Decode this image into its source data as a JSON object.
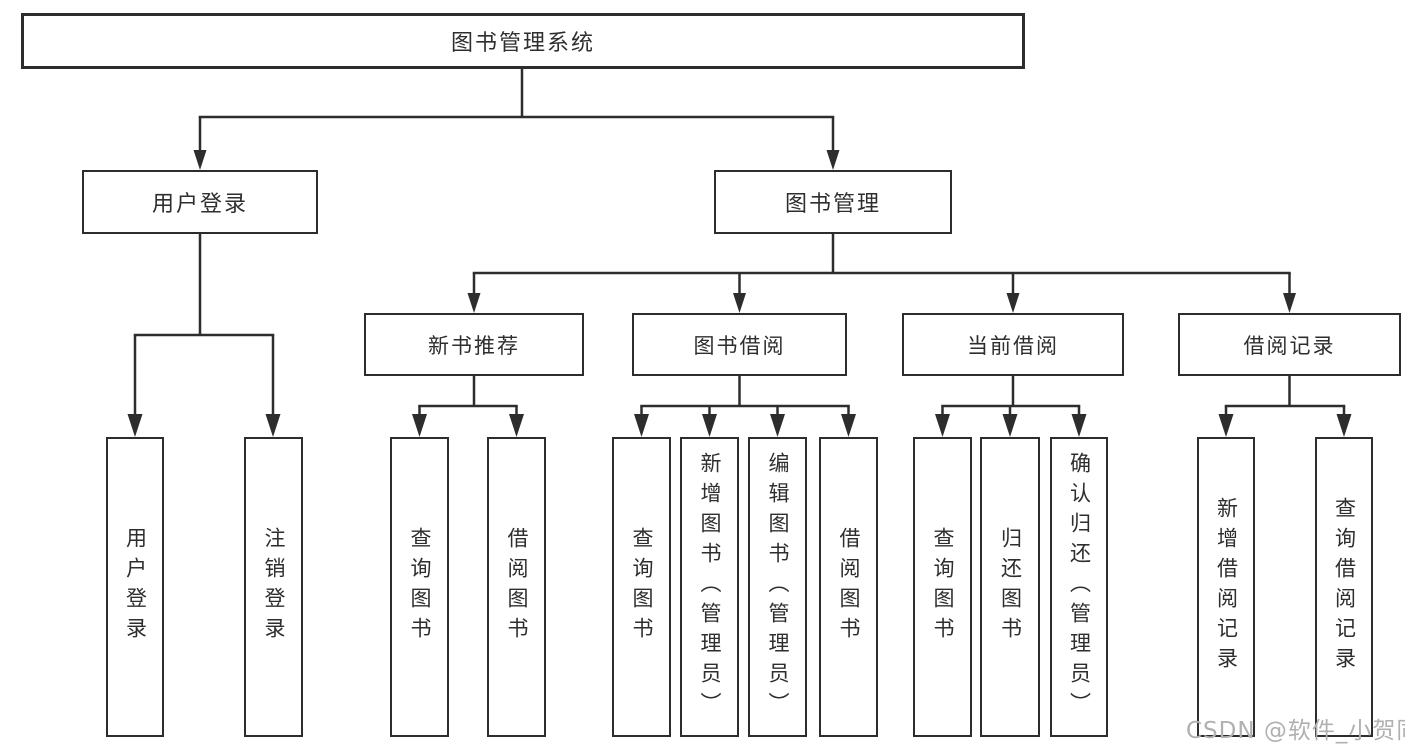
{
  "tree": {
    "label": "图书管理系统",
    "children": [
      {
        "label": "用户登录",
        "children": [
          {
            "label": "用户登录"
          },
          {
            "label": "注销登录"
          }
        ]
      },
      {
        "label": "图书管理",
        "children": [
          {
            "label": "新书推荐",
            "children": [
              {
                "label": "查询图书"
              },
              {
                "label": "借阅图书"
              }
            ]
          },
          {
            "label": "图书借阅",
            "children": [
              {
                "label": "查询图书"
              },
              {
                "label": "新增图书（管理员）"
              },
              {
                "label": "编辑图书（管理员）"
              },
              {
                "label": "借阅图书"
              }
            ]
          },
          {
            "label": "当前借阅",
            "children": [
              {
                "label": "查询图书"
              },
              {
                "label": "归还图书"
              },
              {
                "label": "确认归还（管理员）"
              }
            ]
          },
          {
            "label": "借阅记录",
            "children": [
              {
                "label": "新增借阅记录"
              },
              {
                "label": "查询借阅记录"
              }
            ]
          }
        ]
      }
    ]
  },
  "watermark": {
    "text": "CSDN @软件_小贺同学"
  },
  "colors": {
    "line": "#2d2d2d",
    "box_border": "#2d2d2d",
    "text": "#2e2e2e",
    "background": "#ffffff",
    "watermark": "#b0b0b0"
  }
}
